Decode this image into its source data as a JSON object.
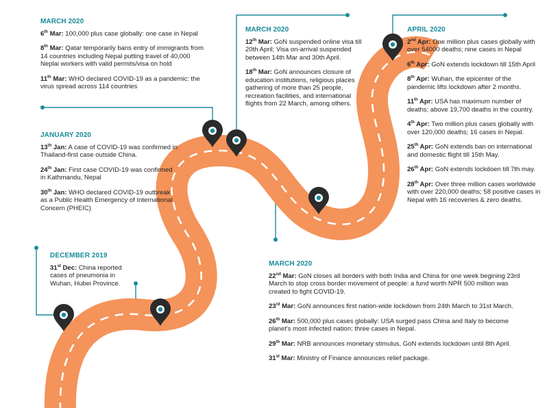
{
  "colors": {
    "road": "#f4935a",
    "dash": "#ffffff",
    "teal": "#1a8a9a",
    "pin": "#2b2b2b",
    "text": "#231f20"
  },
  "sections": {
    "dec2019": {
      "title": "DECEMBER 2019",
      "entries": [
        {
          "day": "31",
          "sup": "st",
          "month": " Dec:",
          "text": " China reported cases of pneumonia in Wuhan, Hubei Province."
        }
      ]
    },
    "jan2020": {
      "title": "JANUARY 2020",
      "entries": [
        {
          "day": "13",
          "sup": "th",
          "month": " Jan:",
          "text": " A case of COVID-19 was confirmed in Thailand-first case outside China."
        },
        {
          "day": "24",
          "sup": "th",
          "month": " Jan:",
          "text": " First case COVID-19 was confirmed in Kathmandu, Nepal"
        },
        {
          "day": "30",
          "sup": "th",
          "month": " Jan:",
          "text": " WHO declared COVID-19 outbreak as a Public Health Emergency of International Concern (PHEIC)"
        }
      ]
    },
    "mar2020a": {
      "title": "MARCH 2020",
      "entries": [
        {
          "day": "6",
          "sup": "th",
          "month": " Mar:",
          "text": " 100,000 plus case globally: one case in Nepal"
        },
        {
          "day": "8",
          "sup": "th",
          "month": " Mar:",
          "text": " Qatar temporarily bans entry of immigrants from 14 countries including Nepal putting travel of 40,000 Neplai workers with valid permits/visa on hold"
        },
        {
          "day": "11",
          "sup": "th",
          "month": " Mar:",
          "text": " WHO declared COVID-19 as a pandemic: the virus spread across 114 countries"
        }
      ]
    },
    "mar2020b": {
      "title": "MARCH 2020",
      "entries": [
        {
          "day": "12",
          "sup": "th",
          "month": " Mar:",
          "text": " GoN suspended online visa till 20th April; Visa on-arrival suspended between 14th Mar and 30th April."
        },
        {
          "day": "18",
          "sup": "th",
          "month": " Mar:",
          "text": " GoN announces closure of education institutions, religious places gathering of more than 25 people, recreation facilities, and international flights from 22 March, among others."
        }
      ]
    },
    "mar2020c": {
      "title": "MARCH 2020",
      "entries": [
        {
          "day": "22",
          "sup": "nd",
          "month": " Mar:",
          "text": " GoN closes all borders with both India and China for one week begining 23rd March to stop cross border movement of people: a fund worth NPR 500 million was created to fight COVID-19."
        },
        {
          "day": "23",
          "sup": "rd",
          "month": " Mar:",
          "text": " GoN announces first nation-wide lockdown from 24th March to 31st March."
        },
        {
          "day": "26",
          "sup": "th",
          "month": " Mar:",
          "text": " 500,000 plus cases globally: USA surged pass China and Italy to become planet's most infected nation: three cases in Nepal."
        },
        {
          "day": "29",
          "sup": "th",
          "month": " Mar:",
          "text": " NRB announces monetary stimulus, GoN extends lockdown until 8th April."
        },
        {
          "day": "31",
          "sup": "st",
          "month": " Mar:",
          "text": " Ministry of Finance announces relief package."
        }
      ]
    },
    "apr2020": {
      "title": "APRIL 2020",
      "entries": [
        {
          "day": "2",
          "sup": "nd",
          "month": " Apr:",
          "text": " One million plus cases globally with over 54000 deaths; nine cases in Nepal"
        },
        {
          "day": "6",
          "sup": "th",
          "month": " Apr:",
          "text": " GoN extends lockdown till 15th April"
        },
        {
          "day": "8",
          "sup": "th",
          "month": " Apr:",
          "text": " Wuhan, the epicenter of the pandemic lifts lockdown after 2 months."
        },
        {
          "day": "11",
          "sup": "th",
          "month": " Apr:",
          "text": " USA has maximum number of deaths; above 19,700 deaths in the country."
        },
        {
          "day": "4",
          "sup": "th",
          "month": " Apr:",
          "text": " Two million plus cases globally with over 120,000 deaths; 16 cases in Nepal."
        },
        {
          "day": "25",
          "sup": "th",
          "month": " Apr:",
          "text": " GoN extends ban on international and domestic flight till 15th May."
        },
        {
          "day": "26",
          "sup": "th",
          "month": " Apr:",
          "text": " GoN extends lockdoen till 7th may."
        },
        {
          "day": "28",
          "sup": "th",
          "month": " Apr:",
          "text": " Over three million cases worldwide with over 220,000 deaths; 58 positive cases in Nepal with 16 recoveries & zero deaths."
        }
      ]
    }
  }
}
